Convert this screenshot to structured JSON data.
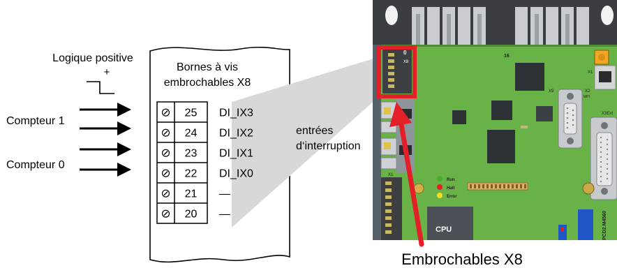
{
  "left": {
    "logic_label": "Logique positive",
    "logic_sign": "+",
    "counter1": "Compteur 1",
    "counter0": "Compteur 0"
  },
  "terminal": {
    "title_line1": "Bornes à vis",
    "title_line2": "embrochables X8",
    "rows": [
      {
        "number": "25",
        "signal": "DI_IX3"
      },
      {
        "number": "24",
        "signal": "DI_IX2"
      },
      {
        "number": "23",
        "signal": "DI_IX1"
      },
      {
        "number": "22",
        "signal": "DI_IX0"
      },
      {
        "number": "21",
        "signal": "—"
      },
      {
        "number": "20",
        "signal": "—"
      }
    ],
    "screw_symbol": "⊘",
    "note_line1": "entrées",
    "note_line2": "d‘interruption"
  },
  "board": {
    "header_0": "0",
    "header_x8": "X8",
    "header_16": "16",
    "label_x1_top": "X1",
    "label_x9": "X9",
    "label_x2": "X2",
    "label_mpi": "MPI",
    "label_x3ext": "X3Ext",
    "label_x1_side": "X1",
    "led_run": "Run",
    "led_halt": "Halt",
    "led_error": "Error",
    "cpu": "CPU",
    "model": "PCD2.M4560"
  },
  "caption": "Embrochables X8",
  "colors": {
    "pcb": "#69b247",
    "highlight": "#e3202a",
    "arrow": "#e3202a",
    "led_run": "#4caf2a",
    "led_halt": "#e62020",
    "led_error": "#f4e020"
  }
}
